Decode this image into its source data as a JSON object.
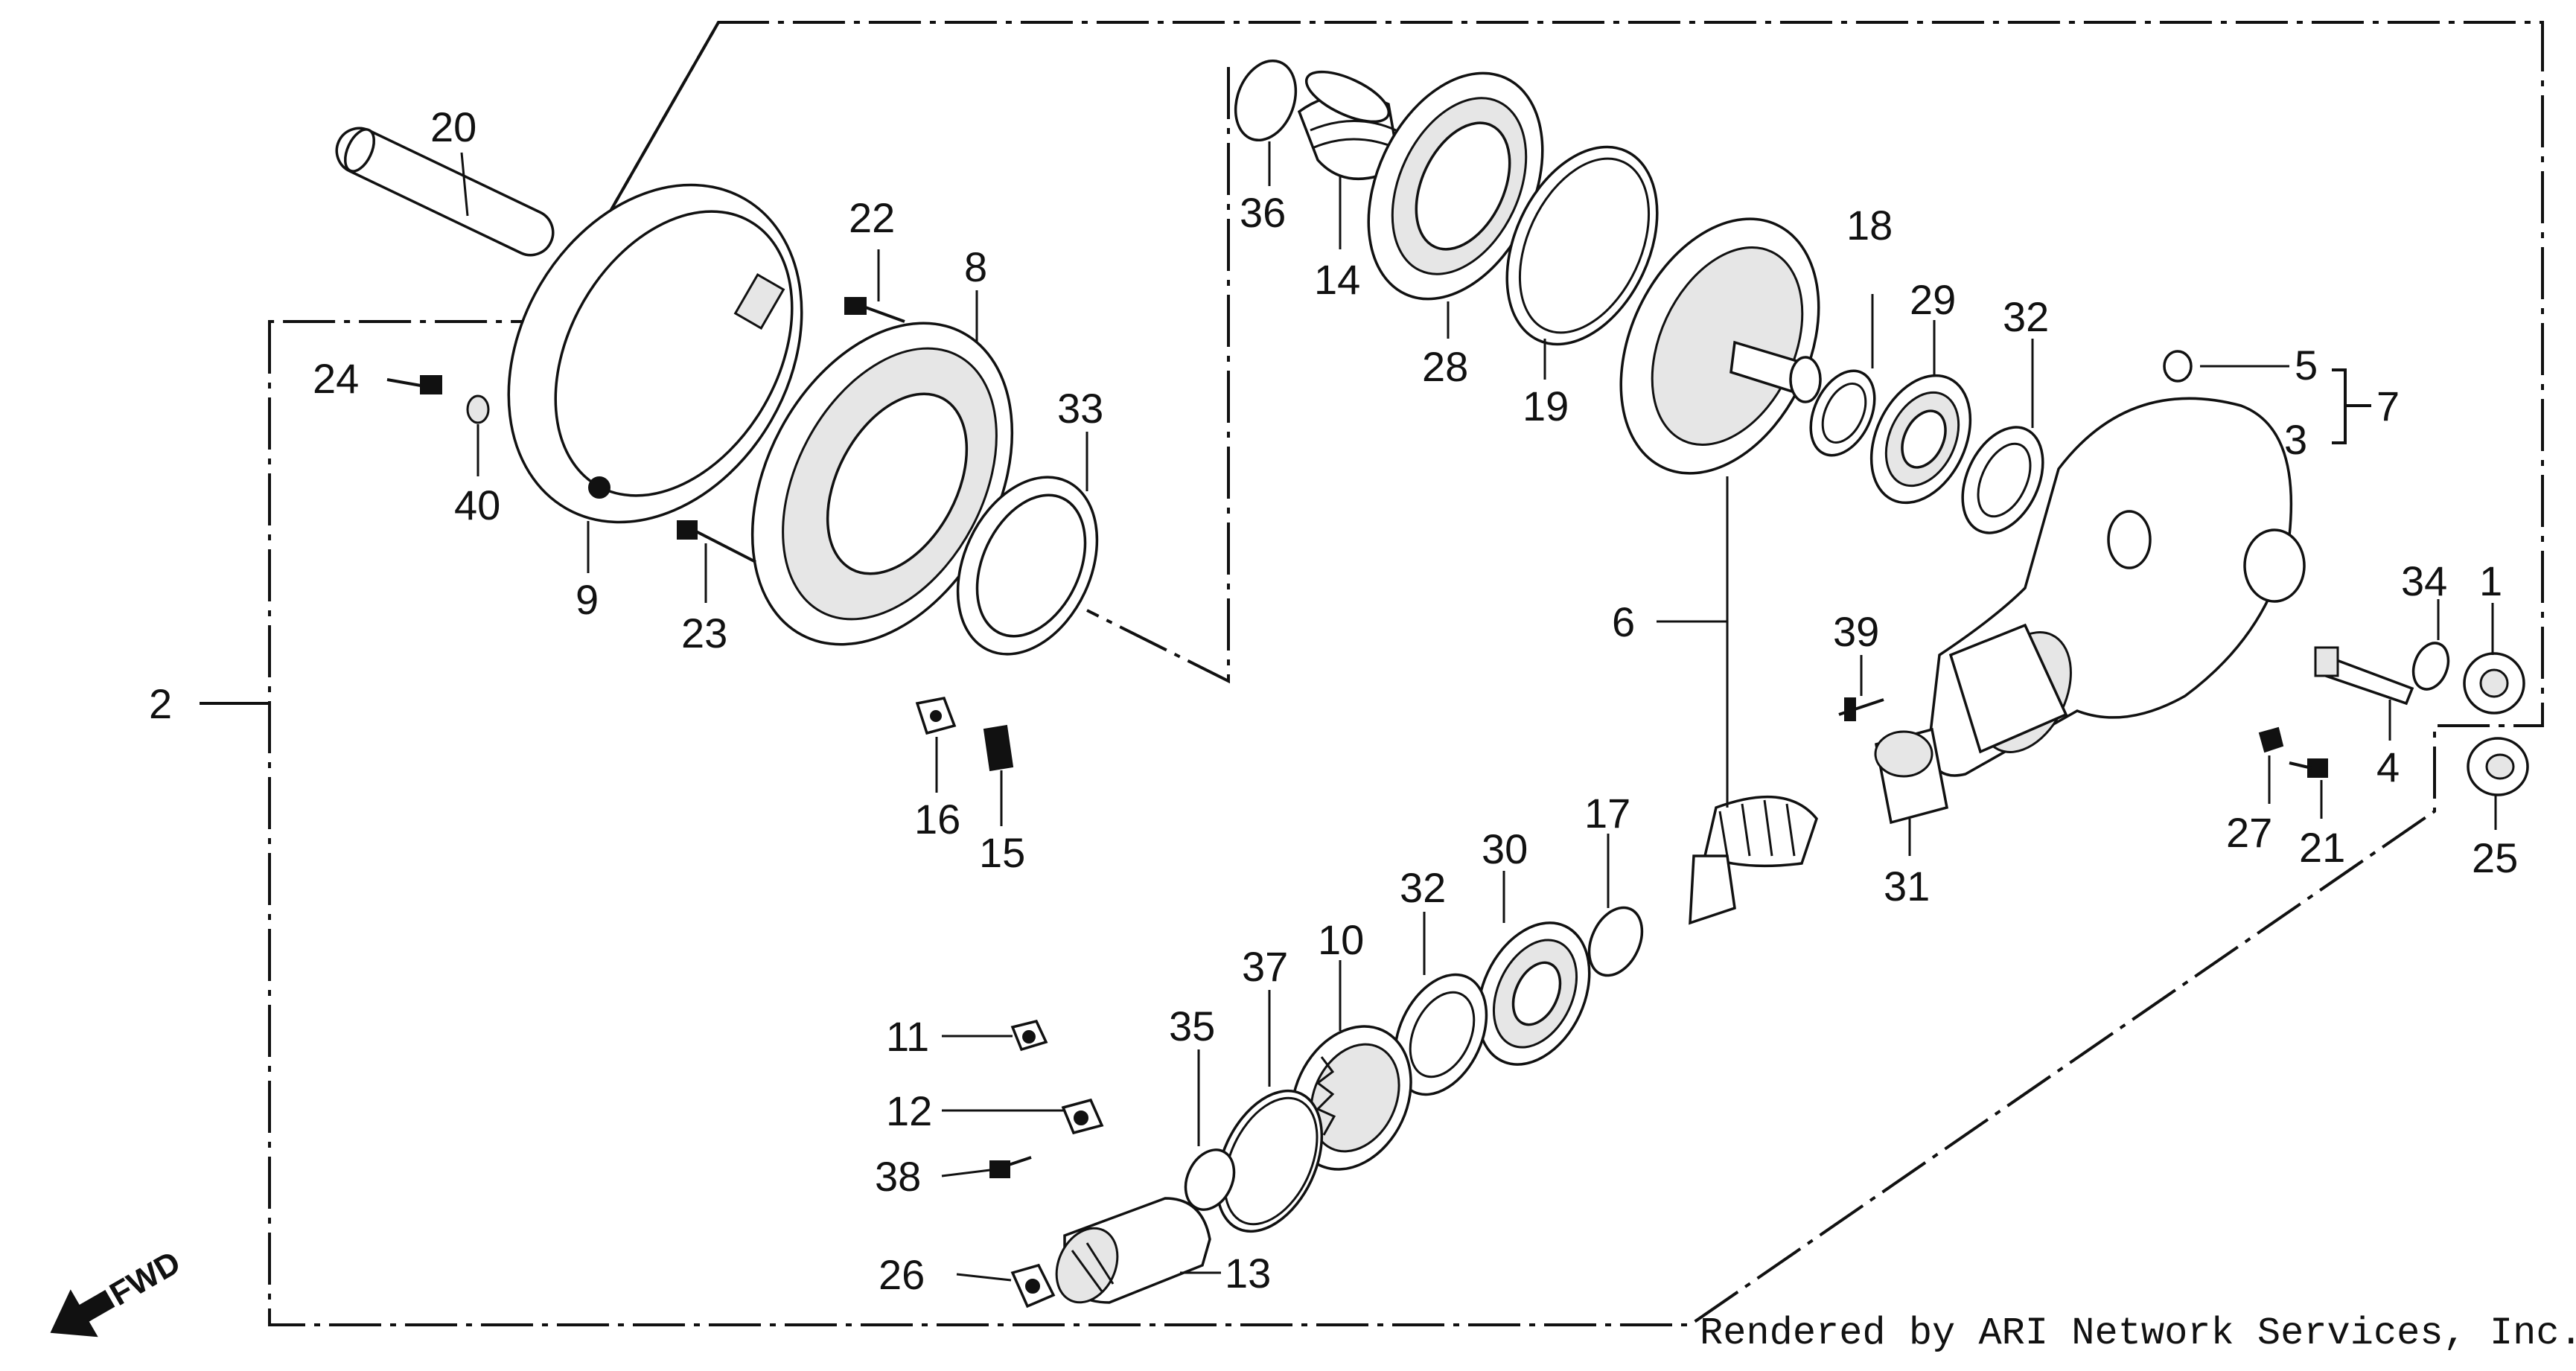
{
  "callouts": [
    "1",
    "2",
    "3",
    "4",
    "5",
    "6",
    "7",
    "8",
    "9",
    "10",
    "11",
    "12",
    "13",
    "14",
    "15",
    "16",
    "17",
    "18",
    "19",
    "20",
    "21",
    "22",
    "23",
    "24",
    "25",
    "26",
    "27",
    "28",
    "29",
    "30",
    "31",
    "32",
    "32",
    "33",
    "34",
    "35",
    "36",
    "37",
    "38",
    "39",
    "40"
  ],
  "direction_label": "FWD",
  "credit": "Rendered by ARI Network Services, Inc."
}
